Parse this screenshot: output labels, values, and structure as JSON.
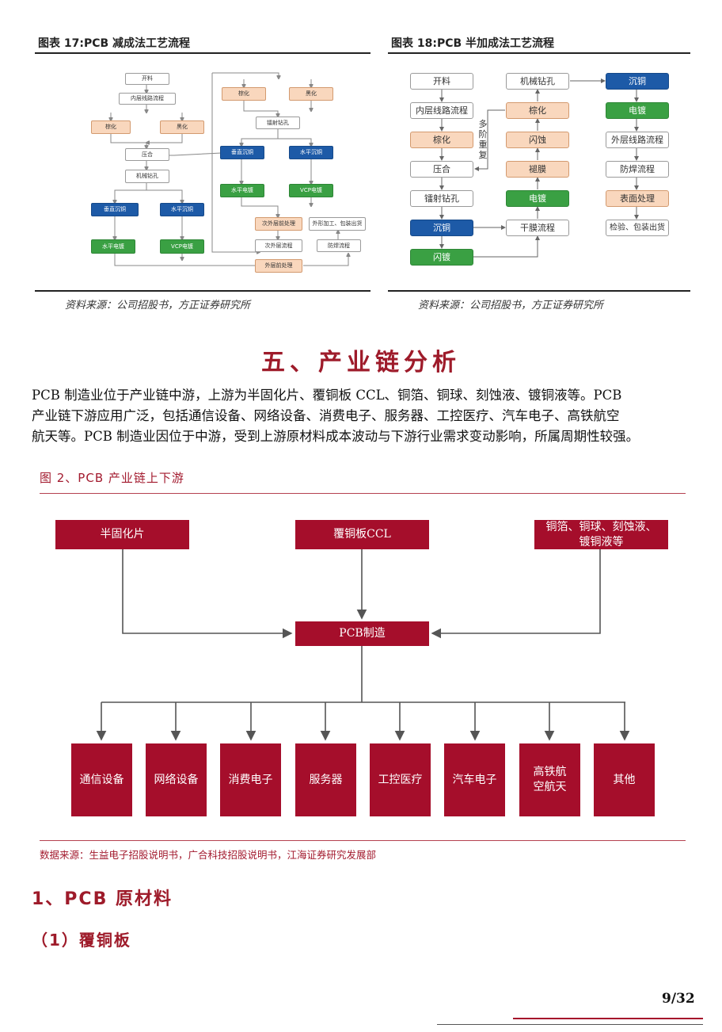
{
  "fig17": {
    "title": "图表 17:PCB 减成法工艺流程",
    "source": "资料来源：公司招股书，方正证券研究所",
    "boxes": {
      "kailiao": "开料",
      "neiceng": "内层线路流程",
      "zonghua": "棕化",
      "heihua": "黑化",
      "yahe": "压合",
      "jixie": "机械钻孔",
      "chuizhi": "垂直沉铜",
      "shuiping": "水平沉铜",
      "shuipingdian": "水平电镀",
      "vcp": "VCP电镀",
      "r_zonghua": "棕化",
      "r_heihua": "黑化",
      "leishe": "镭射钻孔",
      "r_chuizhi": "垂直沉铜",
      "r_shuiping": "水平沉铜",
      "r_shuipingdian": "水平电镀",
      "r_vcp": "VCP电镀",
      "ciwai_qian": "次外层前处理",
      "ciwai": "次外层流程",
      "waiceng_qian": "外层前处理",
      "waixing": "外形加工、包装出货",
      "fanghan": "防焊流程"
    }
  },
  "fig18": {
    "title": "图表 18:PCB 半加成法工艺流程",
    "source": "资料来源：公司招股书，方正证券研究所",
    "repeat_label": "多阶重复",
    "boxes": {
      "kailiao": "开料",
      "neiceng": "内层线路流程",
      "zonghua": "棕化",
      "yahe": "压合",
      "leishe": "镭射钻孔",
      "chentong": "沉铜",
      "shandu": "闪镀",
      "jixie": "机械钻孔",
      "m_zonghua": "棕化",
      "shanshi": "闪蚀",
      "tuimo": "褪膜",
      "diandu": "电镀",
      "ganmo": "干膜流程",
      "r_chentong": "沉铜",
      "r_diandu": "电镀",
      "waiceng": "外层线路流程",
      "fanghan": "防焊流程",
      "biaomian": "表面处理",
      "jianyan": "检验、包装出货"
    }
  },
  "section": {
    "heading": "五、产业链分析",
    "paragraph_lines": [
      "PCB 制造业位于产业链中游，上游为半固化片、覆铜板 CCL、铜箔、铜球、刻蚀液、镀铜液等。PCB",
      "产业链下游应用广泛，包括通信设备、网络设备、消费电子、服务器、工控医疗、汽车电子、高铁航空",
      "航天等。PCB 制造业因位于中游，受到上游原材料成本波动与下游行业需求变动影响，所属周期性较强。"
    ]
  },
  "fig2": {
    "title": "图 2、PCB 产业链上下游",
    "upstream": [
      "半固化片",
      "覆铜板CCL",
      "铜箔、铜球、刻蚀液、镀铜液等"
    ],
    "center": "PCB制造",
    "downstream": [
      "通信设备",
      "网络设备",
      "消费电子",
      "服务器",
      "工控医疗",
      "汽车电子",
      "高铁航空航天",
      "其他"
    ],
    "source": "数据来源：生益电子招股说明书，广合科技招股说明书，江海证券研究发展部"
  },
  "headings": {
    "h1": "1、PCB 原材料",
    "h2": "（1）覆铜板"
  },
  "page_number": "9/32",
  "colors": {
    "accent_red": "#a50e2b",
    "heading_red": "#9e1b2a",
    "flow_blue": "#1d5aa7",
    "flow_green": "#3aa043",
    "flow_peach": "#f9d7bd"
  }
}
